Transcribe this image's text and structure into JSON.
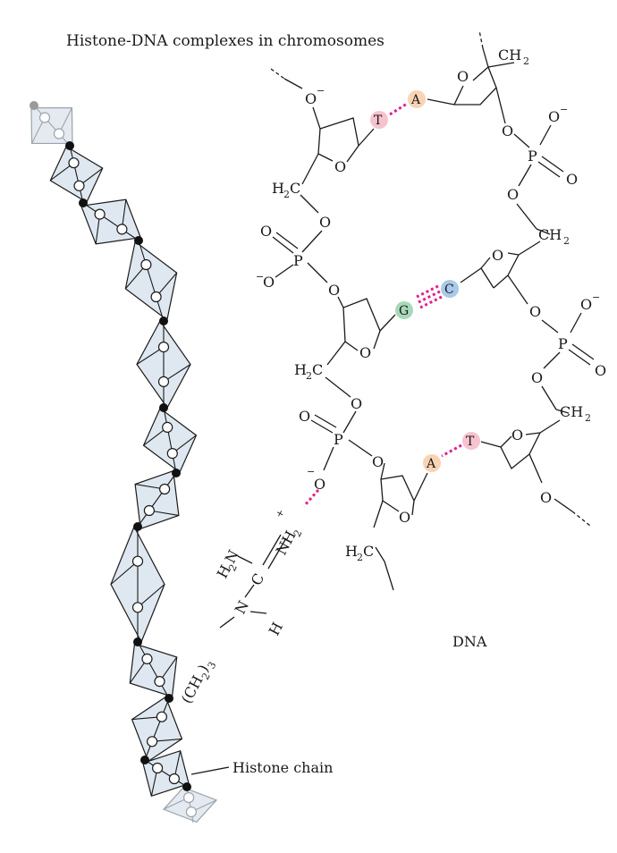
{
  "title": "Histone-DNA complexes in chromosomes",
  "labels": {
    "dna": "DNA",
    "histone_chain": "Histone chain"
  },
  "atoms": {
    "oxygen": "O",
    "phosphorus": "P",
    "carbon": "C",
    "nitrogen": "N",
    "hydrogen": "H",
    "minus": "−",
    "plus": "+",
    "ch2": "CH",
    "h2c_h": "H",
    "h2c_c": "C",
    "sub2": "2",
    "sub3": "3",
    "h2n_h": "H",
    "h2n_n": "N",
    "nh2": "NH",
    "ch2_paren": "(CH",
    "paren_close": ")"
  },
  "bases": {
    "T": "T",
    "A": "A",
    "G": "G",
    "C": "C"
  },
  "colors": {
    "thymine": "#f6c3cf",
    "adenine": "#f8d3b4",
    "guanine": "#a8d8b9",
    "cytosine": "#a9c9ea",
    "hydrogen_bond": "#e0208c",
    "histone_fill": "#dfe8f0"
  },
  "icons": {
    "histone_unit": "histone-unit-icon",
    "linker_node": "linker-node-icon"
  }
}
